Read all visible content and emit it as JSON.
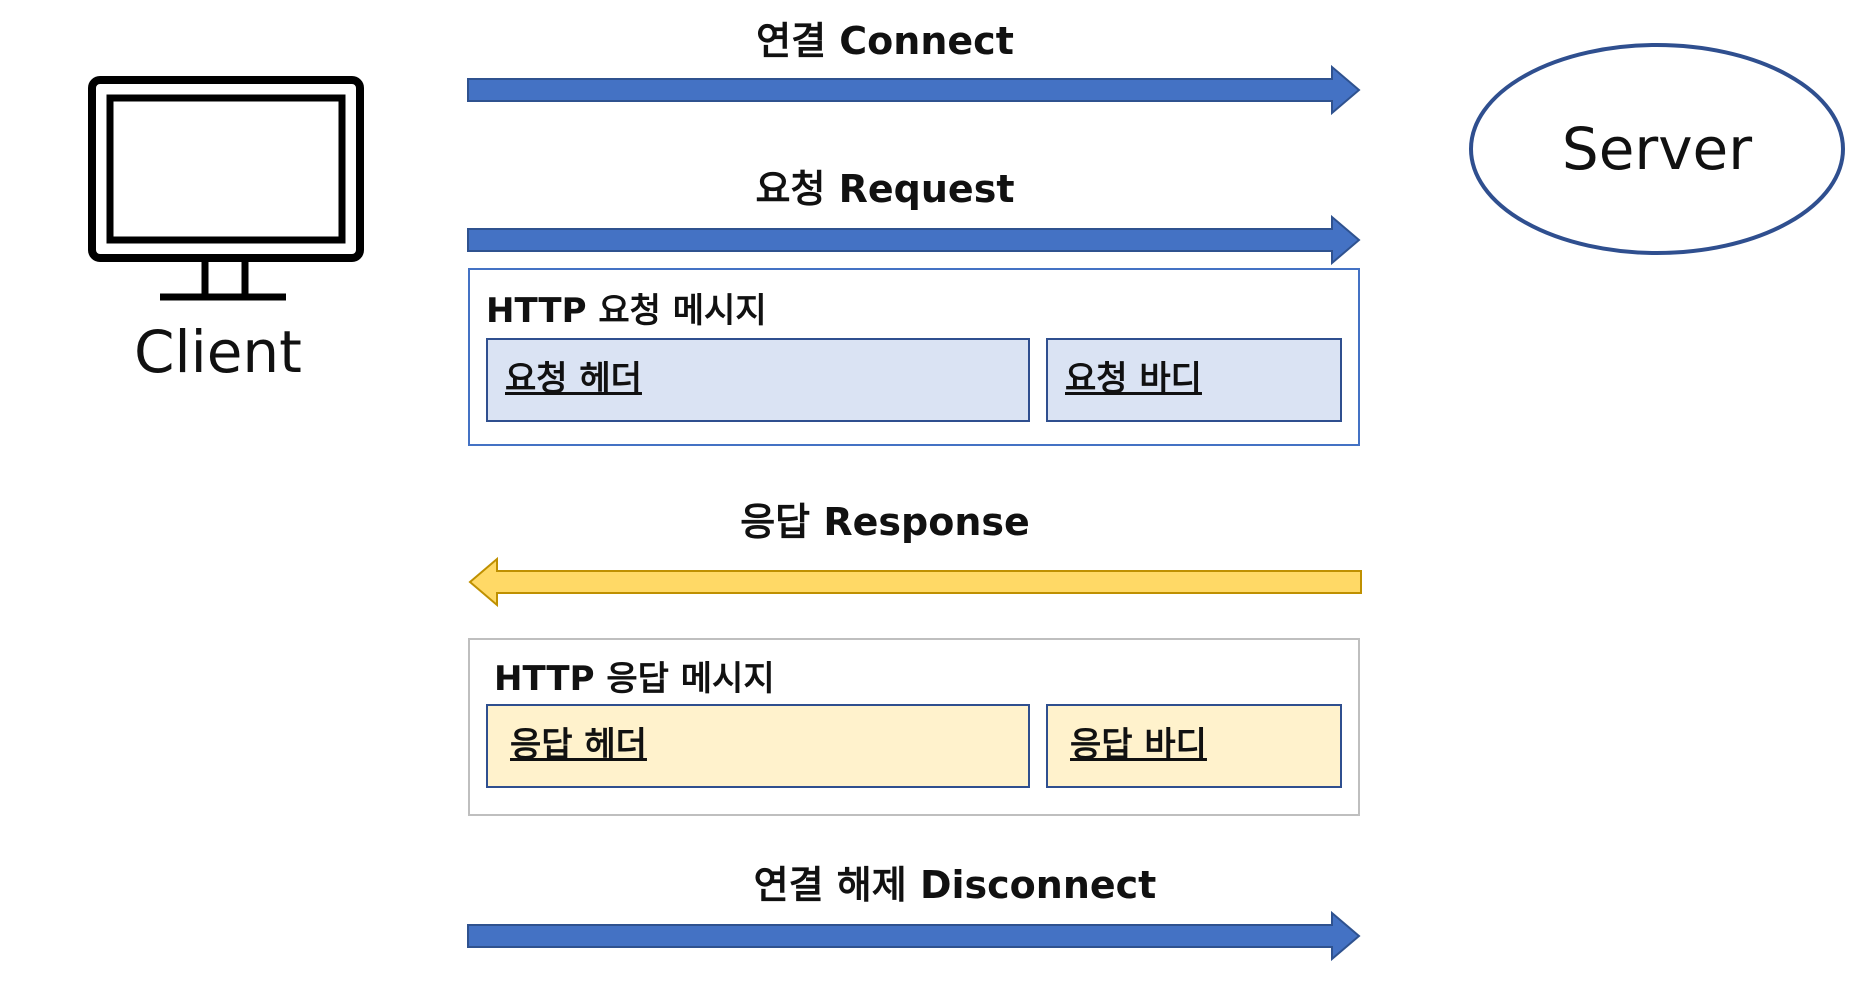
{
  "client": {
    "label": "Client",
    "icon": "monitor-icon"
  },
  "server": {
    "label": "Server"
  },
  "steps": {
    "connect": {
      "label": "연결 Connect",
      "direction": "client-to-server",
      "color": "#4472c4"
    },
    "request": {
      "label": "요청 Request",
      "direction": "client-to-server",
      "color": "#4472c4"
    },
    "response": {
      "label": "응답 Response",
      "direction": "server-to-client",
      "color": "#ffd966"
    },
    "disconnect": {
      "label": "연결 해제 Disconnect",
      "direction": "client-to-server",
      "color": "#4472c4"
    }
  },
  "request_message": {
    "title": "HTTP 요청 메시지",
    "header": "요청 헤더",
    "body": "요청 바디",
    "fill": "#dae3f3",
    "frame": "#4472c4"
  },
  "response_message": {
    "title": "HTTP 응답 메시지",
    "header": "응답 헤더",
    "body": "응답 바디",
    "fill": "#fff2cc",
    "frame": "#bfbfbf"
  }
}
